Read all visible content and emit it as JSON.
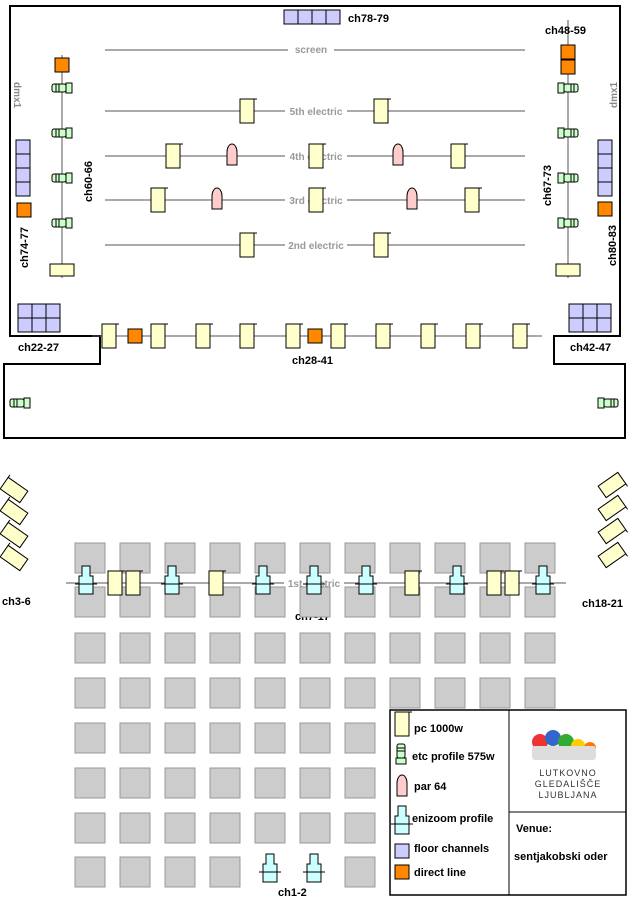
{
  "labels": {
    "ch78_79": "ch78-79",
    "ch48_59": "ch48-59",
    "screen": "screen",
    "e5": "5th electric",
    "e4": "4th electric",
    "e3": "3rd electric",
    "e2": "2nd electric",
    "e1": "1st electric",
    "dmx_left": "dmx1",
    "dmx_right": "dmx1",
    "ch60_66": "ch60-66",
    "ch67_73": "ch67-73",
    "ch74_77": "ch74-77",
    "ch80_83": "ch80-83",
    "ch22_27": "ch22-27",
    "ch42_47": "ch42-47",
    "ch28_41": "ch28-41",
    "ch3_6": "ch3-6",
    "ch18_21": "ch18-21",
    "ch7_17": "ch7-17",
    "ch1_2": "ch1-2"
  },
  "legend": {
    "pc": "pc 1000w",
    "etc": "etc profile 575w",
    "par": "par 64",
    "enizoom": "enizoom profile",
    "floor": "floor channels",
    "direct": "direct line"
  },
  "venue": {
    "label": "Venue:",
    "name": "sentjakobski oder",
    "logo_line1": "LUTKOVNO",
    "logo_line2": "GLEDALIŠČE",
    "logo_line3": "LJUBLJANA"
  },
  "colors": {
    "pc": "#ffffcc",
    "etc": "#ccffcc",
    "par": "#ffcccc",
    "enizoom": "#ccffff",
    "floor": "#ccccff",
    "direct": "#ff8800",
    "seat": "#cccccc"
  }
}
